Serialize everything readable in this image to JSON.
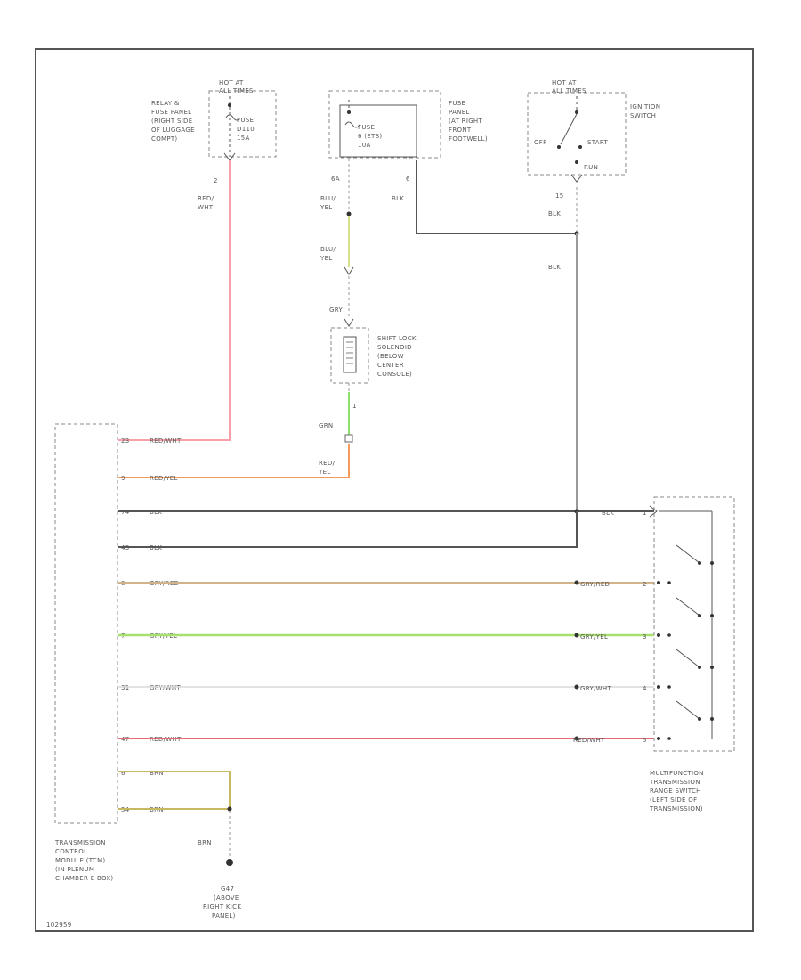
{
  "colors": {
    "red_wht": "#f7a0a8",
    "red_yel": "#f59a5a",
    "blk": "#555555",
    "grn": "#8fe06a",
    "blu_yel": "#d8e08a",
    "gry_red": "#d2b48c",
    "gry_yel": "#a8e070",
    "gry_wht": "#d8d8d8",
    "red_wht2": "#e86a78",
    "brn": "#c8b860"
  },
  "components": {
    "relay_fuse_panel": {
      "hot_label": [
        "HOT AT",
        "ALL TIMES"
      ],
      "desc": [
        "RELAY &",
        "FUSE PANEL",
        "(RIGHT SIDE",
        "OF LUGGAGE",
        "COMPT)"
      ],
      "fuse": [
        "FUSE",
        "D110",
        "15A"
      ],
      "pin": "2"
    },
    "fuse_panel_right": {
      "fuse": [
        "FUSE",
        "6 (ETS)",
        "10A"
      ],
      "desc": [
        "FUSE",
        "PANEL",
        "(AT RIGHT",
        "FRONT",
        "FOOTWELL)"
      ],
      "pin_left": "6A",
      "pin_right": "6"
    },
    "ignition_switch": {
      "hot_label": [
        "HOT AT",
        "ALL TIMES"
      ],
      "desc": [
        "IGNITION",
        "SWITCH"
      ],
      "positions": [
        "OFF",
        "START",
        "RUN"
      ],
      "pin": "15"
    },
    "shift_lock": {
      "desc": [
        "SHIFT LOCK",
        "SOLENOID",
        "(BELOW",
        "CENTER",
        "CONSOLE)"
      ],
      "pin": "1"
    },
    "tcm": {
      "desc": [
        "TRANSMISSION",
        "CONTROL",
        "MODULE (TCM)",
        "(IN PLENUM",
        "CHAMBER E-BOX)"
      ]
    },
    "range_switch": {
      "desc": [
        "MULTIFUNCTION",
        "TRANSMISSION",
        "RANGE SWITCH",
        "(LEFT SIDE OF",
        "TRANSMISSION)"
      ]
    },
    "ground": {
      "label": [
        "G47",
        "(ABOVE",
        "RIGHT KICK",
        "PANEL)"
      ]
    }
  },
  "wire_labels": {
    "red_wht_top": [
      "RED/",
      "WHT"
    ],
    "blu_yel_top": [
      "BLU/",
      "YEL"
    ],
    "blu_yel_mid": [
      "BLU/",
      "YEL"
    ],
    "blk_fuse": "BLK",
    "blk_ign": "BLK",
    "blk_vert": "BLK",
    "gry_shift": "GRY",
    "grn_shift": "GRN",
    "red_yel_vert": [
      "RED/",
      "YEL"
    ],
    "brn_ground": "BRN"
  },
  "tcm_wires": [
    {
      "pin": "23",
      "label": "RED/WHT"
    },
    {
      "pin": "9",
      "label": "RED/YEL"
    },
    {
      "pin": "74",
      "label": "BLK",
      "right_label": "BLK",
      "right_pin": "1"
    },
    {
      "pin": "43",
      "label": "BLK"
    },
    {
      "pin": "8",
      "label": "GRY/RED",
      "right_label": "GRY/RED",
      "right_pin": "2"
    },
    {
      "pin": "7",
      "label": "GRY/YEL",
      "right_label": "GRY/YEL",
      "right_pin": "3"
    },
    {
      "pin": "31",
      "label": "GRY/WHT",
      "right_label": "GRY/WHT",
      "right_pin": "4"
    },
    {
      "pin": "47",
      "label": "RED/WHT",
      "right_label": "RED/WHT",
      "right_pin": "5"
    },
    {
      "pin": "6",
      "label": "BRN"
    },
    {
      "pin": "54",
      "label": "BRN"
    }
  ],
  "footer_code": "102959"
}
